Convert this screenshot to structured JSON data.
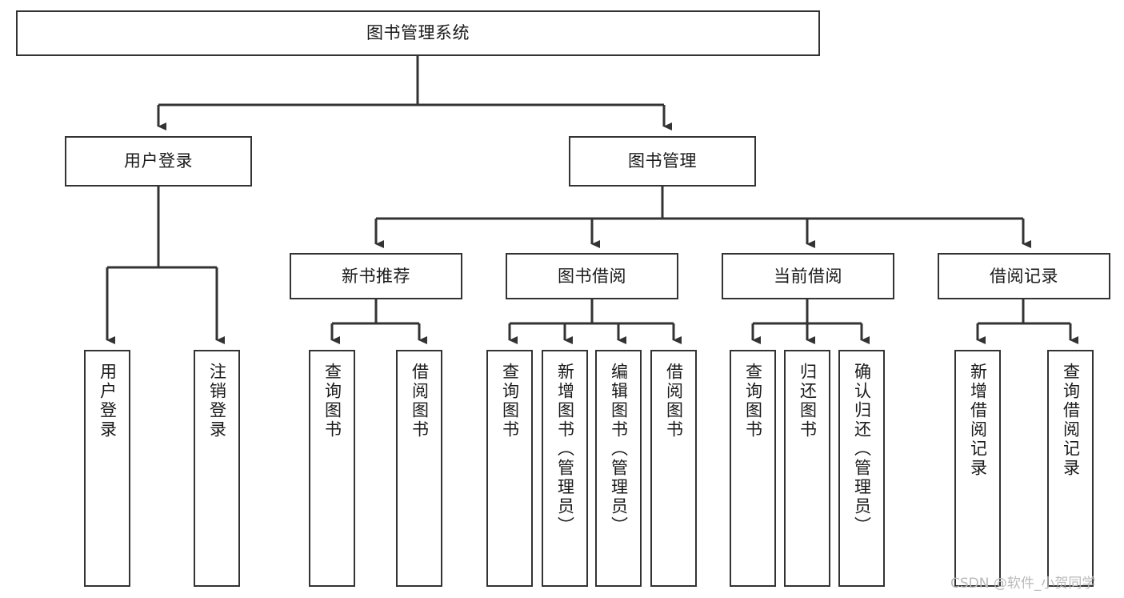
{
  "diagram": {
    "title": "图书管理系统",
    "type": "tree-hierarchy",
    "root": {
      "label": "图书管理系统"
    },
    "level2": [
      {
        "label": "用户登录"
      },
      {
        "label": "图书管理"
      }
    ],
    "level3": [
      {
        "label": "新书推荐"
      },
      {
        "label": "图书借阅"
      },
      {
        "label": "当前借阅"
      },
      {
        "label": "借阅记录"
      }
    ],
    "leaves": {
      "user_login": [
        {
          "label": "用户登录"
        },
        {
          "label": "注销登录"
        }
      ],
      "new_book_recommend": [
        {
          "label": "查询图书"
        },
        {
          "label": "借阅图书"
        }
      ],
      "book_borrow": [
        {
          "label": "查询图书"
        },
        {
          "label": "新增图书（管理员）"
        },
        {
          "label": "编辑图书（管理员）"
        },
        {
          "label": "借阅图书"
        }
      ],
      "current_borrow": [
        {
          "label": "查询图书"
        },
        {
          "label": "归还图书"
        },
        {
          "label": "确认归还（管理员）"
        }
      ],
      "borrow_record": [
        {
          "label": "新增借阅记录"
        },
        {
          "label": "查询借阅记录"
        }
      ]
    }
  },
  "watermark": {
    "text": "CSDN @软件_小贺同学"
  },
  "colors": {
    "stroke": "#333333",
    "background": "#ffffff",
    "text": "#1a1a1a",
    "watermark": "#b9b9b9"
  }
}
